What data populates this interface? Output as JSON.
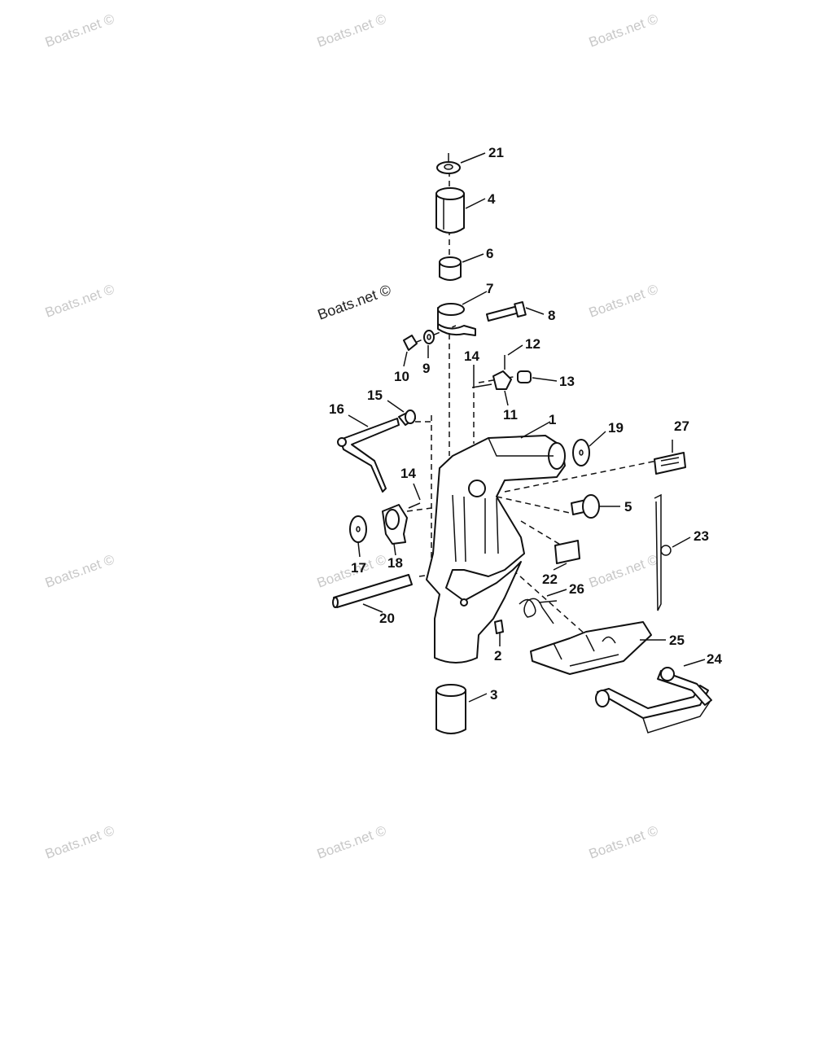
{
  "watermark": {
    "text": "Boats.net ©",
    "color": "#c8c8c8"
  },
  "watermark_dark": {
    "text": "Boats.net ©"
  },
  "parts": [
    {
      "id": "1",
      "label": "1"
    },
    {
      "id": "2",
      "label": "2"
    },
    {
      "id": "3",
      "label": "3"
    },
    {
      "id": "4",
      "label": "4"
    },
    {
      "id": "5",
      "label": "5"
    },
    {
      "id": "6",
      "label": "6"
    },
    {
      "id": "7",
      "label": "7"
    },
    {
      "id": "8",
      "label": "8"
    },
    {
      "id": "9",
      "label": "9"
    },
    {
      "id": "10",
      "label": "10"
    },
    {
      "id": "11",
      "label": "11"
    },
    {
      "id": "12",
      "label": "12"
    },
    {
      "id": "13",
      "label": "13"
    },
    {
      "id": "14a",
      "label": "14"
    },
    {
      "id": "14b",
      "label": "14"
    },
    {
      "id": "15",
      "label": "15"
    },
    {
      "id": "16",
      "label": "16"
    },
    {
      "id": "17",
      "label": "17"
    },
    {
      "id": "18",
      "label": "18"
    },
    {
      "id": "19",
      "label": "19"
    },
    {
      "id": "20",
      "label": "20"
    },
    {
      "id": "21",
      "label": "21"
    },
    {
      "id": "22",
      "label": "22"
    },
    {
      "id": "23",
      "label": "23"
    },
    {
      "id": "24",
      "label": "24"
    },
    {
      "id": "25",
      "label": "25"
    },
    {
      "id": "26",
      "label": "26"
    },
    {
      "id": "27",
      "label": "27"
    }
  ]
}
